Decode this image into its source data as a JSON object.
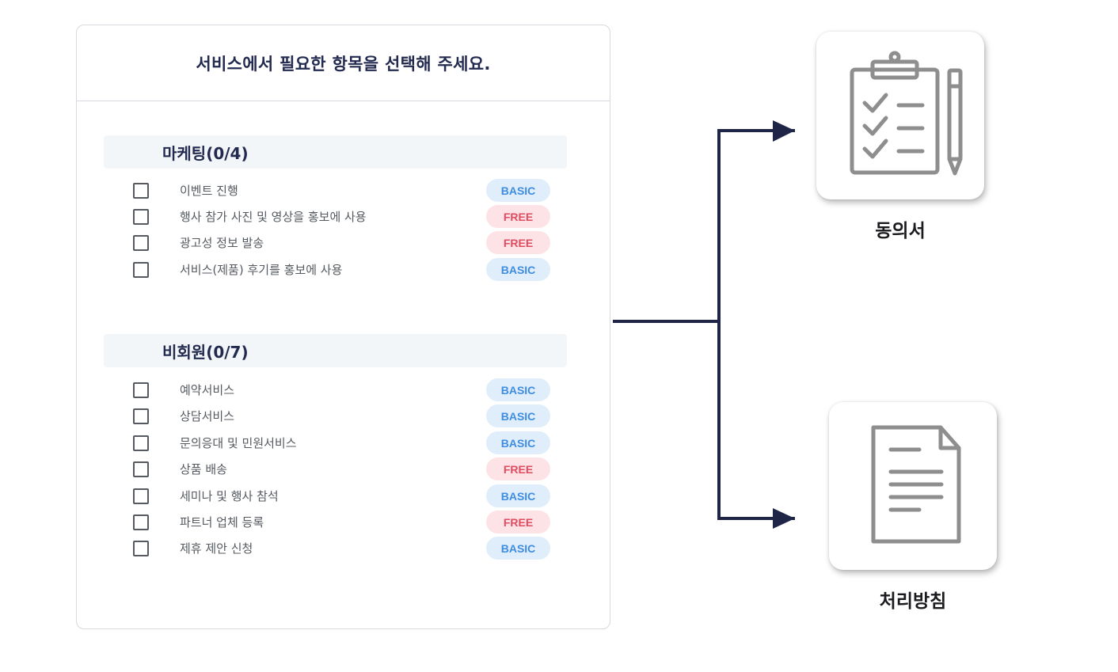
{
  "panel": {
    "title": "서비스에서 필요한 항목을 선택해 주세요."
  },
  "sections": [
    {
      "title": "마케팅(0/4)",
      "items": [
        {
          "label": "이벤트 진행",
          "badge": "BASIC",
          "badge_type": "basic"
        },
        {
          "label": "행사 참가 사진 및 영상을 홍보에 사용",
          "badge": "FREE",
          "badge_type": "free"
        },
        {
          "label": "광고성 정보 발송",
          "badge": "FREE",
          "badge_type": "free"
        },
        {
          "label": "서비스(제품) 후기를 홍보에 사용",
          "badge": "BASIC",
          "badge_type": "basic"
        }
      ]
    },
    {
      "title": "비회원(0/7)",
      "items": [
        {
          "label": "예약서비스",
          "badge": "BASIC",
          "badge_type": "basic"
        },
        {
          "label": "상담서비스",
          "badge": "BASIC",
          "badge_type": "basic"
        },
        {
          "label": "문의응대 및 민원서비스",
          "badge": "BASIC",
          "badge_type": "basic"
        },
        {
          "label": "상품 배송",
          "badge": "FREE",
          "badge_type": "free"
        },
        {
          "label": "세미나 및 행사 참석",
          "badge": "BASIC",
          "badge_type": "basic"
        },
        {
          "label": "파트너 업체 등록",
          "badge": "FREE",
          "badge_type": "free"
        },
        {
          "label": "제휴 제안 신청",
          "badge": "BASIC",
          "badge_type": "basic"
        }
      ]
    }
  ],
  "outputs": [
    {
      "label": "동의서",
      "icon": "clipboard-checklist-icon"
    },
    {
      "label": "처리방침",
      "icon": "document-icon"
    }
  ],
  "colors": {
    "navy": "#1f2547",
    "basic_bg": "#e0eefb",
    "basic_text": "#3f8de0",
    "free_bg": "#fde3e6",
    "free_text": "#e14b5f",
    "icon_gray": "#8e8e8e"
  }
}
